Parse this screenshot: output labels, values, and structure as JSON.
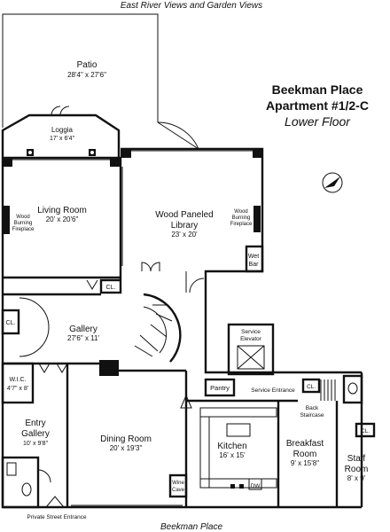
{
  "top_caption": "East River Views and Garden Views",
  "bottom_caption": "Beekman Place",
  "title": {
    "line1": "Beekman Place",
    "line2": "Apartment #1/2-C",
    "line3": "Lower Floor"
  },
  "rooms": {
    "patio": {
      "name": "Patio",
      "dims": "28'4\" x 27'6\""
    },
    "loggia": {
      "name": "Loggia",
      "dims": "17' x 6'4\""
    },
    "living_room": {
      "name": "Living Room",
      "dims": "20' x 20'6\""
    },
    "library": {
      "name1": "Wood Paneled",
      "name2": "Library",
      "dims": "23' x 20'"
    },
    "gallery": {
      "name": "Gallery",
      "dims": "27'6\" x 11'"
    },
    "wic": {
      "name": "W.I.C.",
      "dims": "4'7\" x 8'"
    },
    "entry": {
      "name1": "Entry",
      "name2": "Gallery",
      "dims": "10' x 9'8\""
    },
    "dining": {
      "name": "Dining Room",
      "dims": "20' x 19'3\""
    },
    "kitchen": {
      "name": "Kitchen",
      "dims": "16' x 15'"
    },
    "breakfast": {
      "name1": "Breakfast",
      "name2": "Room",
      "dims": "9' x 15'8\""
    },
    "staff": {
      "name1": "Staff",
      "name2": "Room",
      "dims": "8' x 9'"
    }
  },
  "fixtures": {
    "fireplace_living": [
      "Wood",
      "Burning",
      "Fireplace"
    ],
    "fireplace_library": [
      "Wood",
      "Burning",
      "Fireplace"
    ],
    "wet_bar": [
      "Wet",
      "Bar"
    ],
    "cl": "CL.",
    "service_elevator": [
      "Service",
      "Elevator"
    ],
    "pantry": "Pantry",
    "service_entrance": "Service Entrance",
    "back_staircase": [
      "Back",
      "Staircase"
    ],
    "wine_cave": [
      "Wine",
      "Cave"
    ],
    "dw": "DW",
    "private_entrance": "Private Street Entrance"
  }
}
